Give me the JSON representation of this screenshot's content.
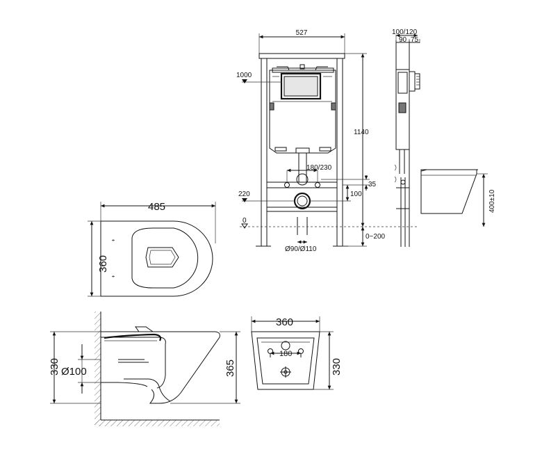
{
  "frame_front": {
    "width_label": "527",
    "height_label": "1140",
    "flush_plate_height_label": "1000",
    "pipe_spacing_label": "180/230",
    "outlet_offset_label": "35",
    "outlet_to_stud_label": "100",
    "outlet_height_label": "220",
    "floor_level_label": "0",
    "floor_adjust_label": "0~200",
    "drain_diameter_label": "Ø90/Ø110"
  },
  "frame_side": {
    "depth_label": "100/120",
    "depth_split_a_label": "90",
    "depth_split_b_label": "75",
    "bowl_height_label": "400±10"
  },
  "bowl_top": {
    "width_label": "485",
    "depth_label": "360"
  },
  "bowl_section": {
    "height_label": "330",
    "drain_label": "Ø100",
    "total_height_label": "365"
  },
  "bowl_rear": {
    "width_label": "360",
    "bolt_spacing_label": "180",
    "height_label": "330"
  }
}
